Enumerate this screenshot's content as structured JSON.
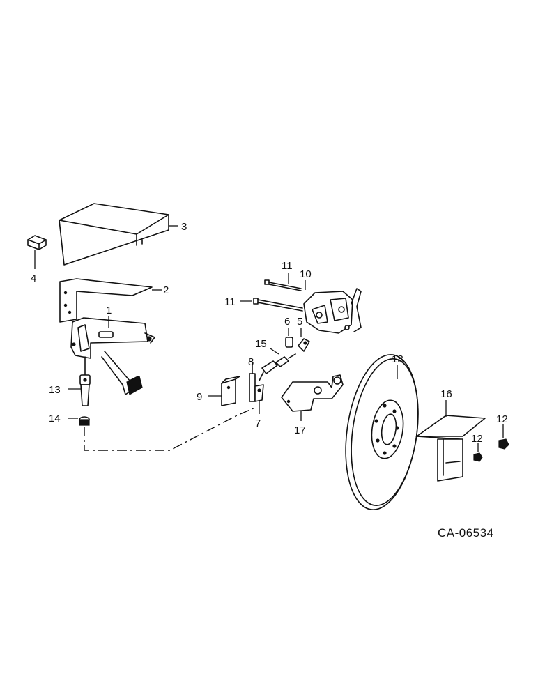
{
  "diagram_code": "CA-06534",
  "callouts": {
    "c1": "1",
    "c2": "2",
    "c3": "3",
    "c4": "4",
    "c5": "5",
    "c6": "6",
    "c7": "7",
    "c8": "8",
    "c9": "9",
    "c10": "10",
    "c11a": "11",
    "c11b": "11",
    "c12a": "12",
    "c12b": "12",
    "c13": "13",
    "c14": "14",
    "c15": "15",
    "c16": "16",
    "c17": "17",
    "c18": "18"
  }
}
